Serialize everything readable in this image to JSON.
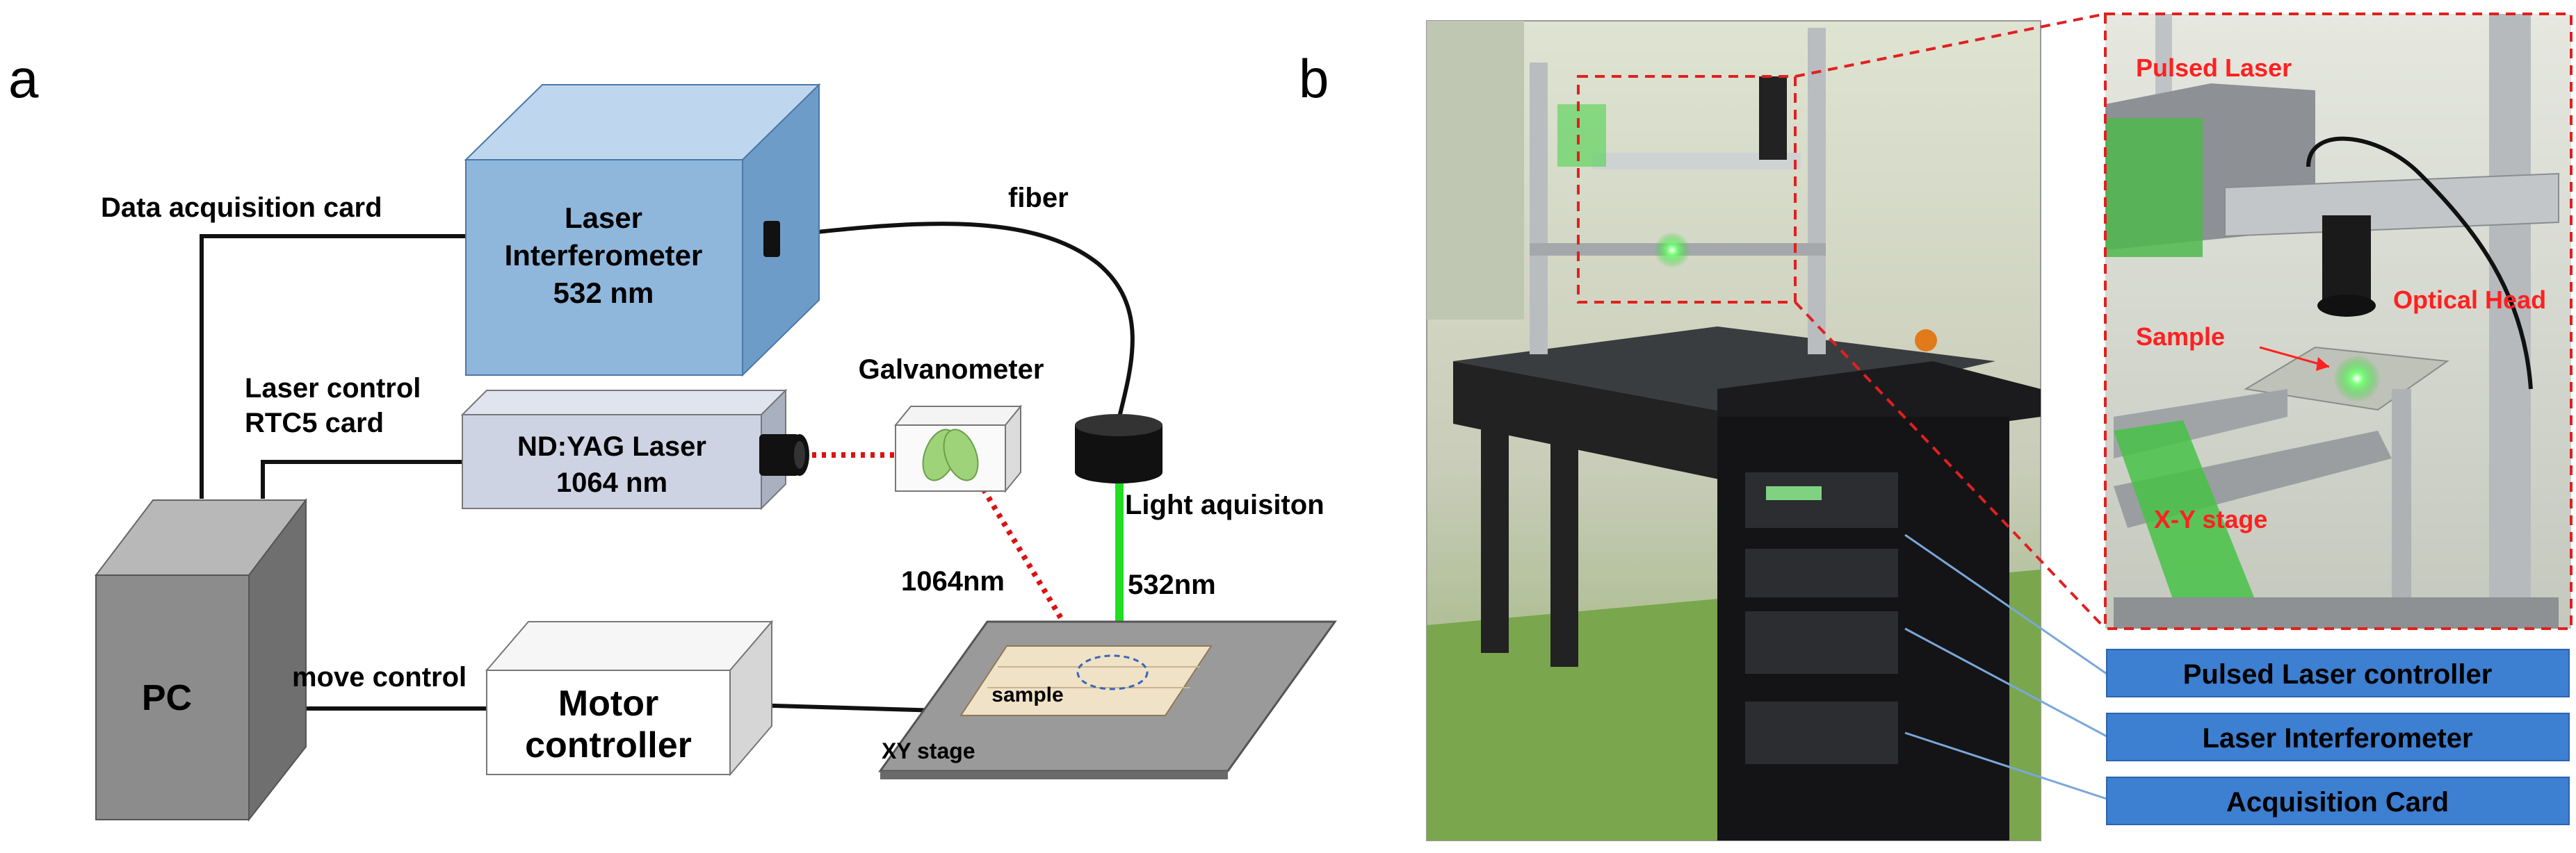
{
  "panel_a": {
    "letter": "a",
    "blocks": {
      "pc": "PC",
      "interferometer_line1": "Laser",
      "interferometer_line2": "Interferometer",
      "interferometer_line3": "532 nm",
      "ndyag_line1": "ND:YAG Laser",
      "ndyag_line2": "1064 nm",
      "galvanometer": "Galvanometer",
      "motor_line1": "Motor",
      "motor_line2": "controller",
      "sample": "sample",
      "xy_stage": "XY stage"
    },
    "labels": {
      "data_acq": "Data acquisition card",
      "laser_ctrl_line1": "Laser control",
      "laser_ctrl_line2": "RTC5 card",
      "fiber": "fiber",
      "light_acq": "Light aquisiton",
      "nm1064": "1064nm",
      "nm532": "532nm",
      "move_ctrl": "move control"
    },
    "colors": {
      "interferometer_blue": "#8fb7dc",
      "beam_green": "#22dd22",
      "beam_red": "#dd1111",
      "pc_gray": "#8c8c8c"
    }
  },
  "panel_b": {
    "letter": "b",
    "zoom_labels": {
      "pulsed_laser": "Pulsed Laser",
      "optical_head": "Optical Head",
      "sample": "Sample",
      "xy_stage": "X-Y stage"
    },
    "callouts": [
      "Pulsed Laser controller",
      "Laser Interferometer",
      "Acquisition Card"
    ],
    "colors": {
      "callout_fill": "#3d7fd1",
      "label_red": "#ff2020",
      "dash_red": "#e02020"
    }
  }
}
